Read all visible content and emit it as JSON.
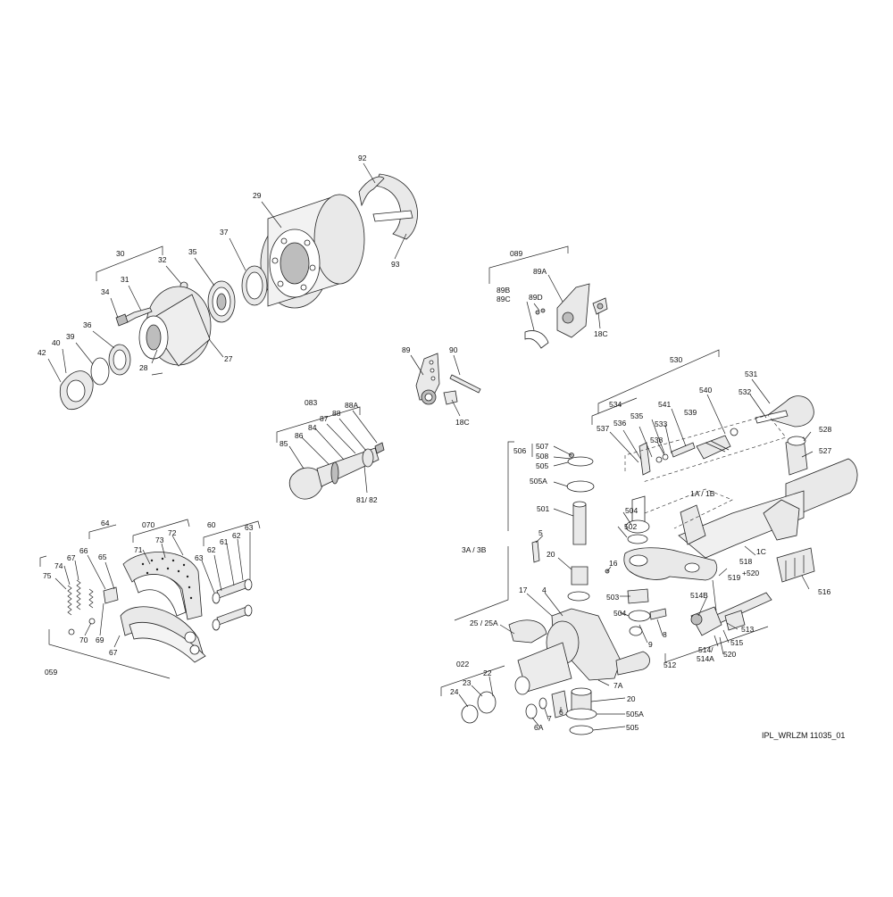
{
  "diagram": {
    "footer_code": "IPL_WRLZM 11035_01",
    "callouts": [
      {
        "id": "92",
        "text": "92"
      },
      {
        "id": "29",
        "text": "29"
      },
      {
        "id": "93",
        "text": "93"
      },
      {
        "id": "37",
        "text": "37"
      },
      {
        "id": "35",
        "text": "35"
      },
      {
        "id": "30",
        "text": "30"
      },
      {
        "id": "32",
        "text": "32"
      },
      {
        "id": "31",
        "text": "31"
      },
      {
        "id": "34",
        "text": "34"
      },
      {
        "id": "36",
        "text": "36"
      },
      {
        "id": "39",
        "text": "39"
      },
      {
        "id": "40",
        "text": "40"
      },
      {
        "id": "42",
        "text": "42"
      },
      {
        "id": "28",
        "text": "28"
      },
      {
        "id": "27",
        "text": "27"
      },
      {
        "id": "089",
        "text": "089"
      },
      {
        "id": "89A",
        "text": "89A"
      },
      {
        "id": "89B",
        "text": "89B"
      },
      {
        "id": "89C",
        "text": "89C"
      },
      {
        "id": "89D",
        "text": "89D"
      },
      {
        "id": "18C_top",
        "text": "18C"
      },
      {
        "id": "89",
        "text": "89"
      },
      {
        "id": "90",
        "text": "90"
      },
      {
        "id": "18C_mid",
        "text": "18C"
      },
      {
        "id": "083",
        "text": "083"
      },
      {
        "id": "88A",
        "text": "88A"
      },
      {
        "id": "88",
        "text": "88"
      },
      {
        "id": "87",
        "text": "87"
      },
      {
        "id": "84",
        "text": "84"
      },
      {
        "id": "86",
        "text": "86"
      },
      {
        "id": "85",
        "text": "85"
      },
      {
        "id": "81_82",
        "text": "81/ 82"
      },
      {
        "id": "530",
        "text": "530"
      },
      {
        "id": "531",
        "text": "531"
      },
      {
        "id": "532",
        "text": "532"
      },
      {
        "id": "540",
        "text": "540"
      },
      {
        "id": "534",
        "text": "534"
      },
      {
        "id": "541",
        "text": "541"
      },
      {
        "id": "539",
        "text": "539"
      },
      {
        "id": "535",
        "text": "535"
      },
      {
        "id": "536",
        "text": "536"
      },
      {
        "id": "537",
        "text": "537"
      },
      {
        "id": "533",
        "text": "533"
      },
      {
        "id": "538",
        "text": "538"
      },
      {
        "id": "528",
        "text": "528"
      },
      {
        "id": "527",
        "text": "527"
      },
      {
        "id": "506",
        "text": "506"
      },
      {
        "id": "507",
        "text": "507"
      },
      {
        "id": "508",
        "text": "508"
      },
      {
        "id": "505_top",
        "text": "505"
      },
      {
        "id": "505A_top",
        "text": "505A"
      },
      {
        "id": "501",
        "text": "501"
      },
      {
        "id": "504_top",
        "text": "504"
      },
      {
        "id": "502",
        "text": "502"
      },
      {
        "id": "1A_1B",
        "text": "1A / 1B"
      },
      {
        "id": "3A_3B",
        "text": "3A / 3B"
      },
      {
        "id": "5",
        "text": "5"
      },
      {
        "id": "20_top",
        "text": "20"
      },
      {
        "id": "16",
        "text": "16"
      },
      {
        "id": "1C",
        "text": "1C"
      },
      {
        "id": "518",
        "text": "518"
      },
      {
        "id": "519",
        "text": "519"
      },
      {
        "id": "plus520",
        "text": "+520"
      },
      {
        "id": "516",
        "text": "516"
      },
      {
        "id": "503",
        "text": "503"
      },
      {
        "id": "504_bot",
        "text": "504"
      },
      {
        "id": "17",
        "text": "17"
      },
      {
        "id": "4",
        "text": "4"
      },
      {
        "id": "514B",
        "text": "514B"
      },
      {
        "id": "513",
        "text": "513"
      },
      {
        "id": "515",
        "text": "515"
      },
      {
        "id": "8",
        "text": "8"
      },
      {
        "id": "9",
        "text": "9"
      },
      {
        "id": "25_25A",
        "text": "25 / 25A"
      },
      {
        "id": "514_514A",
        "text": "514/\n514A"
      },
      {
        "id": "520",
        "text": "520"
      },
      {
        "id": "512",
        "text": "512"
      },
      {
        "id": "022",
        "text": "022"
      },
      {
        "id": "23",
        "text": "23"
      },
      {
        "id": "22",
        "text": "22"
      },
      {
        "id": "24",
        "text": "24"
      },
      {
        "id": "7A",
        "text": "7A"
      },
      {
        "id": "20_bot",
        "text": "20"
      },
      {
        "id": "6",
        "text": "6"
      },
      {
        "id": "7",
        "text": "7"
      },
      {
        "id": "6A",
        "text": "6A"
      },
      {
        "id": "505A_bot",
        "text": "505A"
      },
      {
        "id": "505_bot",
        "text": "505"
      },
      {
        "id": "64",
        "text": "64"
      },
      {
        "id": "070",
        "text": "070"
      },
      {
        "id": "60",
        "text": "60"
      },
      {
        "id": "73",
        "text": "73"
      },
      {
        "id": "72",
        "text": "72"
      },
      {
        "id": "71",
        "text": "71"
      },
      {
        "id": "66",
        "text": "66"
      },
      {
        "id": "65",
        "text": "65"
      },
      {
        "id": "63a",
        "text": "63"
      },
      {
        "id": "62a",
        "text": "62"
      },
      {
        "id": "61",
        "text": "61"
      },
      {
        "id": "62b",
        "text": "62"
      },
      {
        "id": "63b",
        "text": "63"
      },
      {
        "id": "74",
        "text": "74"
      },
      {
        "id": "67a",
        "text": "67"
      },
      {
        "id": "75",
        "text": "75"
      },
      {
        "id": "70",
        "text": "70"
      },
      {
        "id": "69",
        "text": "69"
      },
      {
        "id": "67b",
        "text": "67"
      },
      {
        "id": "059",
        "text": "059"
      }
    ]
  }
}
